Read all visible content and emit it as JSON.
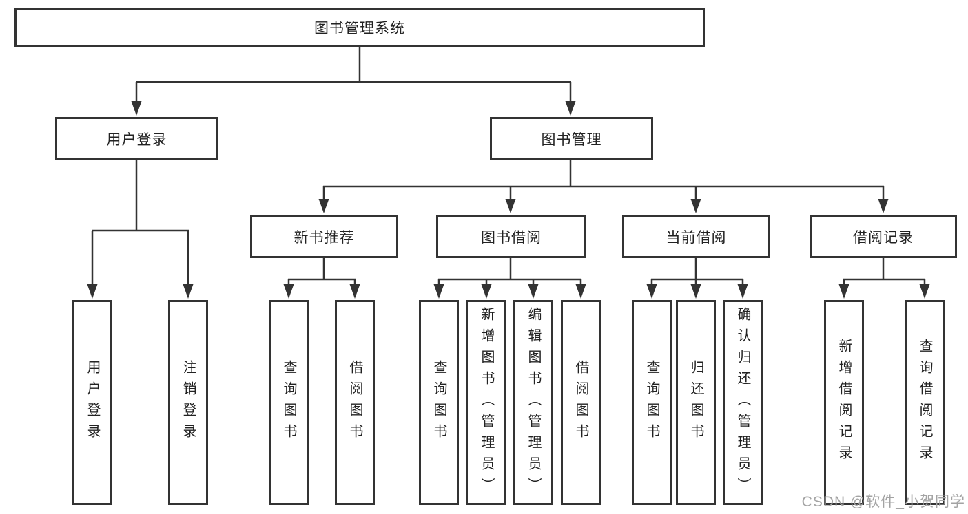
{
  "diagram": {
    "type": "tree",
    "title": "图书管理系统",
    "watermark": "CSDN @软件_小贺同学",
    "colors": {
      "line": "#333333",
      "box_border": "#333333",
      "text": "#222222",
      "watermark": "#a3a3a3",
      "background": "#ffffff"
    },
    "tree": {
      "root": {
        "label": "图书管理系统",
        "children": [
          {
            "label": "用户登录",
            "children": [
              {
                "label": "用户登录"
              },
              {
                "label": "注销登录"
              }
            ]
          },
          {
            "label": "图书管理",
            "children": [
              {
                "label": "新书推荐",
                "children": [
                  {
                    "label": "查询图书"
                  },
                  {
                    "label": "借阅图书"
                  }
                ]
              },
              {
                "label": "图书借阅",
                "children": [
                  {
                    "label": "查询图书"
                  },
                  {
                    "label": "新增图书（管理员）"
                  },
                  {
                    "label": "编辑图书（管理员）"
                  },
                  {
                    "label": "借阅图书"
                  }
                ]
              },
              {
                "label": "当前借阅",
                "children": [
                  {
                    "label": "查询图书"
                  },
                  {
                    "label": "归还图书"
                  },
                  {
                    "label": "确认归还（管理员）"
                  }
                ]
              },
              {
                "label": "借阅记录",
                "children": [
                  {
                    "label": "新增借阅记录"
                  },
                  {
                    "label": "查询借阅记录"
                  }
                ]
              }
            ]
          }
        ]
      }
    }
  }
}
